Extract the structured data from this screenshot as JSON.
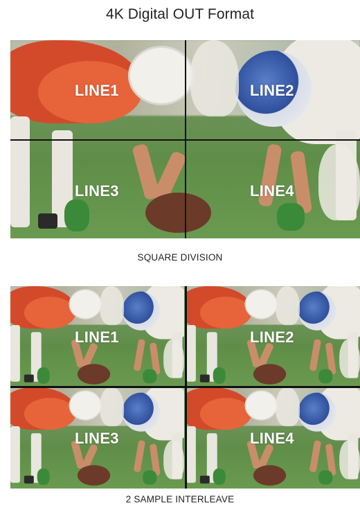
{
  "title": "4K Digital OUT Format",
  "sections": [
    {
      "caption": "SQUARE DIVISION",
      "labels": [
        "LINE1",
        "LINE2",
        "LINE3",
        "LINE4"
      ]
    },
    {
      "caption": "2 SAMPLE INTERLEAVE",
      "labels": [
        "LINE1",
        "LINE2",
        "LINE3",
        "LINE4"
      ]
    }
  ]
}
